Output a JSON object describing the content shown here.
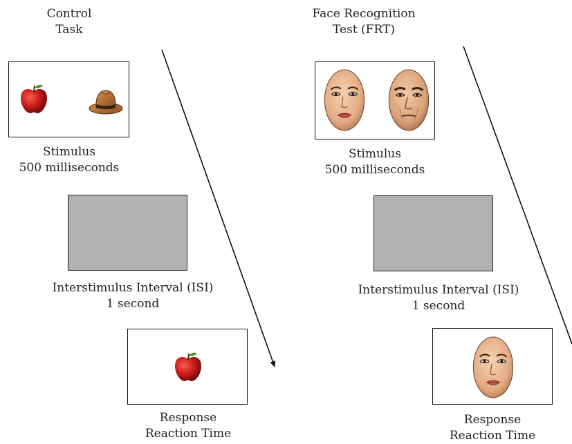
{
  "control": {
    "title": [
      "Control",
      "Task"
    ],
    "stimulus": [
      "Stimulus",
      "500 milliseconds"
    ],
    "isi": [
      "Interstimulus Interval (ISI)",
      "1 second"
    ],
    "response": [
      "Response",
      "Reaction Time"
    ],
    "stimulus_icons": [
      "apple-icon",
      "hat-icon"
    ],
    "response_icons": [
      "apple-icon"
    ]
  },
  "frt": {
    "title": [
      "Face Recognition",
      "Test (FRT)"
    ],
    "stimulus": [
      "Stimulus",
      "500 milliseconds"
    ],
    "isi": [
      "Interstimulus Interval (ISI)",
      "1 second"
    ],
    "response": [
      "Response",
      "Reaction Time"
    ],
    "stimulus_icons": [
      "female-face-icon",
      "male-face-icon"
    ],
    "response_icons": [
      "female-face-icon"
    ]
  },
  "colors": {
    "gray_panel": "#b1b1b1",
    "apple": "#c41a1a",
    "hat": "#a0622d",
    "skin": "#e8b896"
  }
}
